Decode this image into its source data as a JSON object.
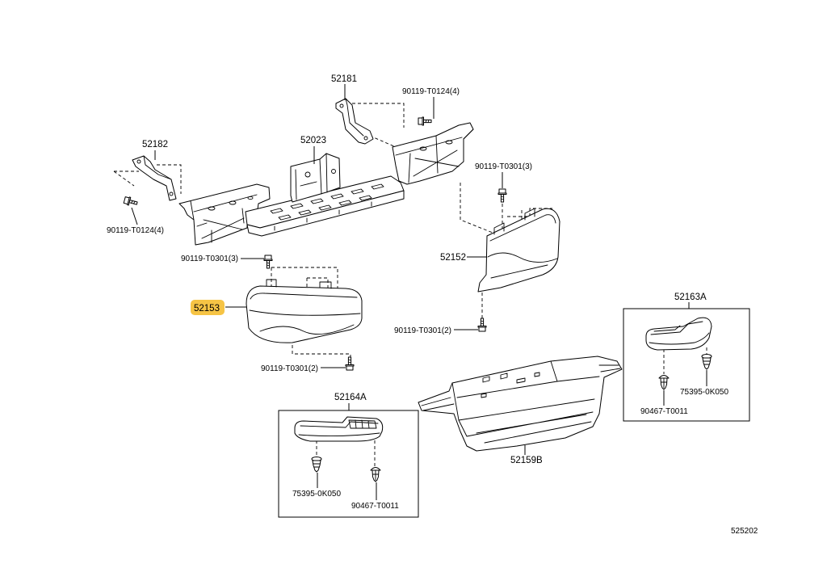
{
  "diagram": {
    "sheet_number": "525202",
    "highlight_color": "#f6c445",
    "line_color": "#000000",
    "callouts": [
      {
        "label": "52181"
      },
      {
        "label": "90119-T0124(4)"
      },
      {
        "label": "52182"
      },
      {
        "label": "52023"
      },
      {
        "label": "90119-T0301(3)"
      },
      {
        "label": "90119-T0124(4)"
      },
      {
        "label": "90119-T0301(3)"
      },
      {
        "label": "52152"
      },
      {
        "label": "52153",
        "highlighted": true
      },
      {
        "label": "52163A"
      },
      {
        "label": "90119-T0301(2)"
      },
      {
        "label": "90119-T0301(2)"
      },
      {
        "label": "52164A"
      },
      {
        "label": "75395-0K050"
      },
      {
        "label": "90467-T0011"
      },
      {
        "label": "52159B"
      },
      {
        "label": "75395-0K050"
      },
      {
        "label": "90467-T0011"
      }
    ]
  }
}
